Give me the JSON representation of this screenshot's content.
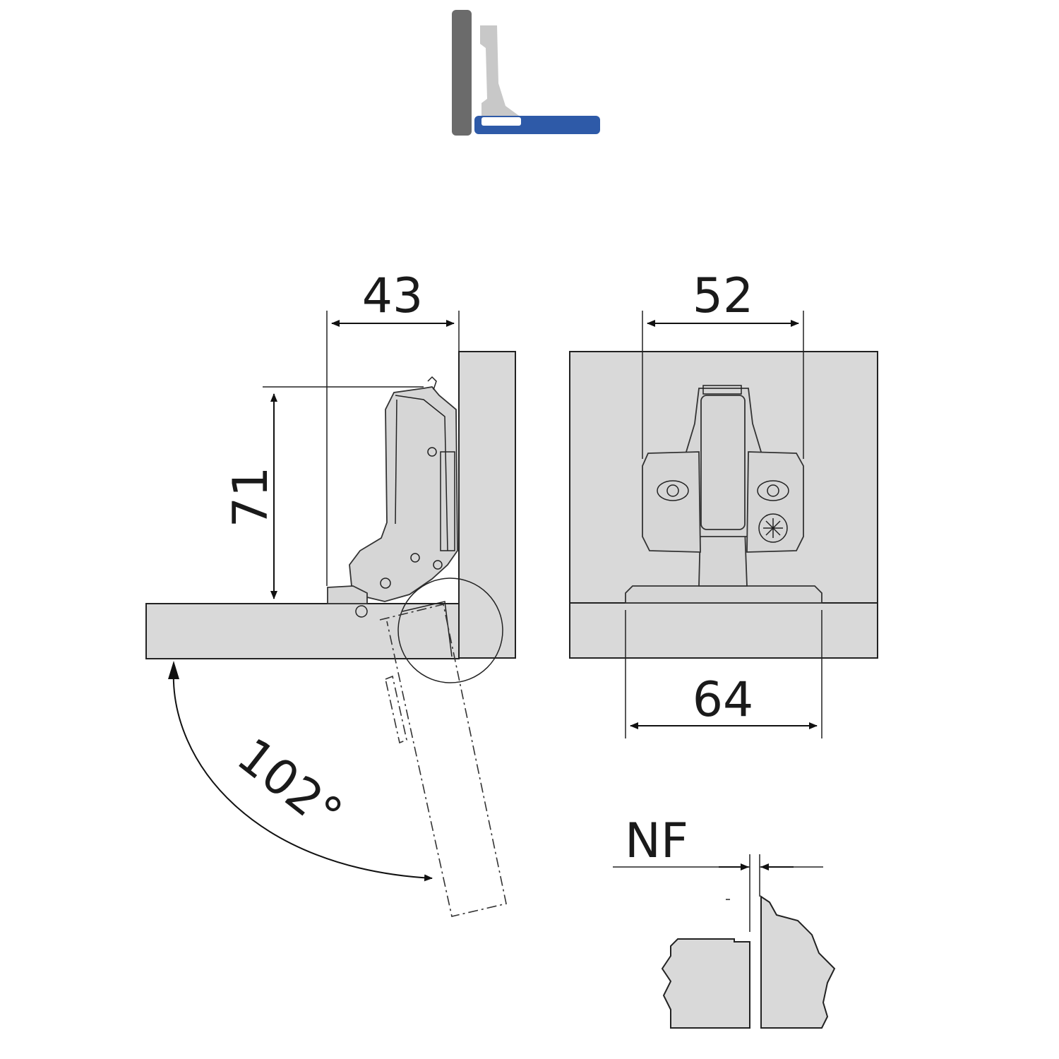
{
  "icon": {
    "name": "hinge-overlay-icon",
    "colors": {
      "side_panel": "#6b6b6b",
      "door": "#2e5aa8",
      "hinge": "#c8c8c8"
    }
  },
  "side_view": {
    "width_dim": "43",
    "height_dim": "71",
    "angle_dim": "102°"
  },
  "front_view": {
    "cup_distance_dim": "52",
    "plate_width_dim": "64"
  },
  "detail_view": {
    "label": "NF"
  },
  "colors": {
    "panel_fill": "#d9d9d9",
    "line": "#222222"
  }
}
